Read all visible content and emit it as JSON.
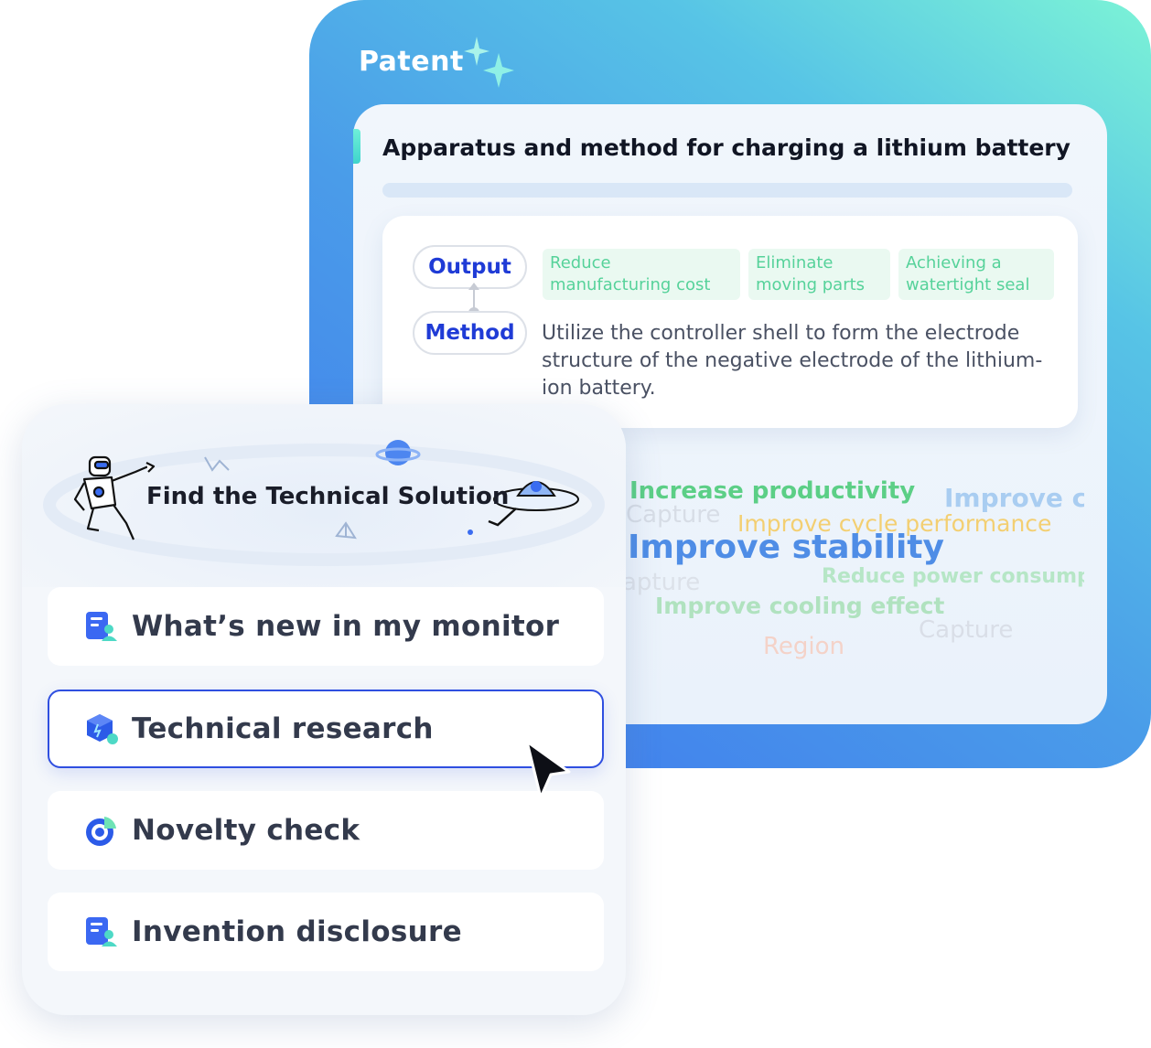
{
  "patent": {
    "label": "Patent",
    "title": "Apparatus and method for charging a lithium battery",
    "output_label": "Output",
    "method_label": "Method",
    "outputs": [
      "Reduce manufacturing cost",
      "Eliminate moving parts",
      "Achieving a watertight seal"
    ],
    "method_text": "Utilize the controller shell to form the electrode structure of the negative electrode of the lithium-ion battery.",
    "word_cloud": [
      {
        "text": "Increase productivity",
        "color": "#5ccf86"
      },
      {
        "text": "Improve co",
        "color": "#a9cdf1"
      },
      {
        "text": "Capture",
        "color": "#d7dde6"
      },
      {
        "text": "Improve cycle performance",
        "color": "#f3cf72"
      },
      {
        "text": "Improve stability",
        "color": "#4f8de6"
      },
      {
        "text": "apture",
        "color": "#dce1e9"
      },
      {
        "text": "Reduce power consump",
        "color": "#b6e6c6"
      },
      {
        "text": "Improve cooling effect",
        "color": "#b0e2bf"
      },
      {
        "text": "Capture",
        "color": "#d9dee7"
      },
      {
        "text": "Region",
        "color": "#f4d2c8"
      }
    ]
  },
  "menu": {
    "hero_title": "Find the Technical Solution",
    "items": [
      {
        "label": "What’s new in my monitor",
        "icon": "monitor-list-icon"
      },
      {
        "label": "Technical research",
        "icon": "cube-icon"
      },
      {
        "label": "Novelty check",
        "icon": "target-icon"
      },
      {
        "label": "Invention disclosure",
        "icon": "document-user-icon"
      }
    ]
  },
  "colors": {
    "accent": "#2f4fe0",
    "gradient_start": "#3f76ee",
    "gradient_end": "#7cf3d6"
  }
}
